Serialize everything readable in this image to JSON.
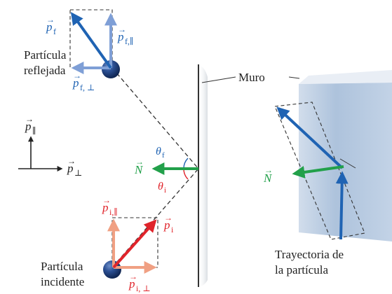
{
  "labels": {
    "reflected_particle": [
      "Partícula",
      "reflejada"
    ],
    "incident_particle": [
      "Partícula",
      "incidente"
    ],
    "wall": "Muro",
    "trajectory": [
      "Trayectoria de",
      "la partícula"
    ],
    "p_f": "p",
    "p_f_sub": "f",
    "p_f_par": "p",
    "p_f_par_sub": "f,∥",
    "p_f_perp": "p",
    "p_f_perp_sub": "f, ⊥",
    "p_i": "p",
    "p_i_sub": "i",
    "p_i_par": "p",
    "p_i_par_sub": "i,∥",
    "p_i_perp": "p",
    "p_i_perp_sub": "i, ⊥",
    "axis_par": "p",
    "axis_par_sub": "∥",
    "axis_perp": "p",
    "axis_perp_sub": "⊥",
    "normal": "N",
    "normal_right": "N",
    "theta_f": "θ",
    "theta_f_sub": "f",
    "theta_i": "θ",
    "theta_i_sub": "i"
  },
  "colors": {
    "final_momentum": "#1f63b3",
    "final_components": "#7f9fd6",
    "incident_momentum": "#e0242b",
    "incident_components": "#f0a083",
    "normal_force": "#22a04a",
    "ball": "#1d3f7a",
    "wall_panel": "#9cb6d4"
  }
}
